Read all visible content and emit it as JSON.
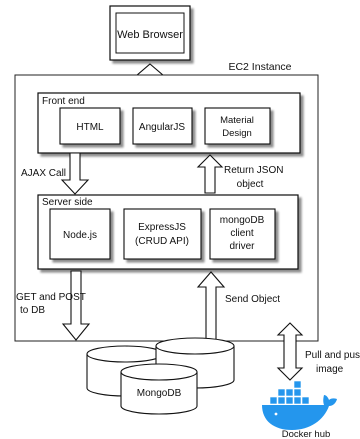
{
  "browser": {
    "label": "Web Browser"
  },
  "ec2": {
    "label": "EC2 Instance"
  },
  "frontend": {
    "title": "Front end",
    "items": [
      "HTML",
      "AngularJS",
      "Material",
      "Design"
    ]
  },
  "server": {
    "title": "Server side",
    "nodejs": "Node.js",
    "express_line1": "ExpressJS",
    "express_line2": "(CRUD API)",
    "mongo_line1": "mongoDB",
    "mongo_line2": "client",
    "mongo_line3": "driver"
  },
  "arrows": {
    "ajax": "AJAX Call",
    "return_line1": "Return JSON",
    "return_line2": "object",
    "getpost_line1": "GET and POST",
    "getpost_line2": "to DB",
    "send": "Send Object",
    "pull_line1": "Pull and pus",
    "pull_line2": "image"
  },
  "database": {
    "label": "MongoDB"
  },
  "docker": {
    "label": "Docker hub"
  },
  "colors": {
    "docker_blue": "#2496ED",
    "stroke": "#111111"
  }
}
